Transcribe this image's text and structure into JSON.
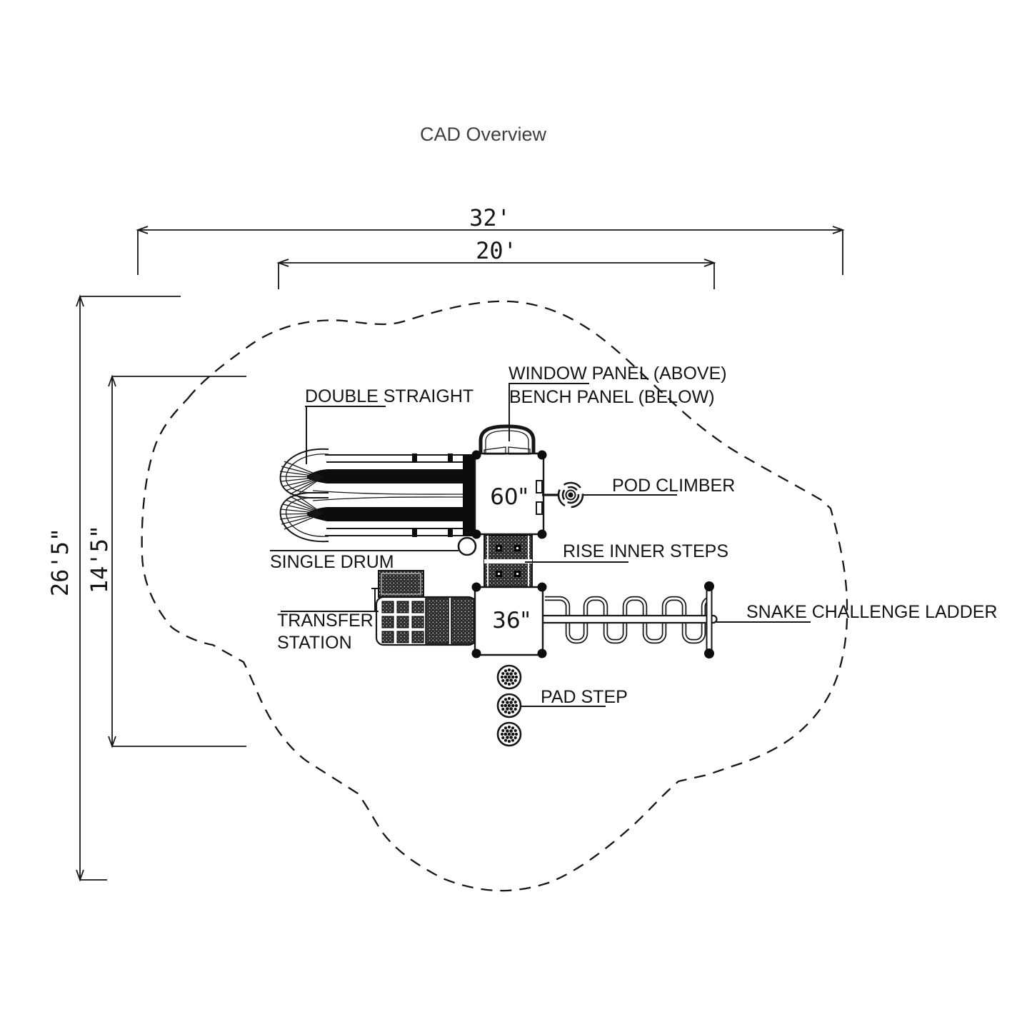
{
  "title": "CAD Overview",
  "colors": {
    "ink": "#161616",
    "background": "#ffffff"
  },
  "dimensions": {
    "top_outer": "32'",
    "top_inner": "20'",
    "left_outer": "26'5\"",
    "left_inner": "14'5\""
  },
  "decks": {
    "upper_label": "60\"",
    "lower_label": "36\""
  },
  "labels": {
    "double_straight": "DOUBLE STRAIGHT",
    "window_panel": "WINDOW PANEL (ABOVE)",
    "bench_panel": "BENCH PANEL (BELOW)",
    "pod_climber": "POD CLIMBER",
    "rise_inner_steps": "RISE INNER STEPS",
    "single_drum": "SINGLE DRUM",
    "transfer_station_line1": "TRANSFER",
    "transfer_station_line2": "STATION",
    "snake_challenge_ladder": "SNAKE CHALLENGE LADDER",
    "pad_step": "PAD STEP"
  }
}
